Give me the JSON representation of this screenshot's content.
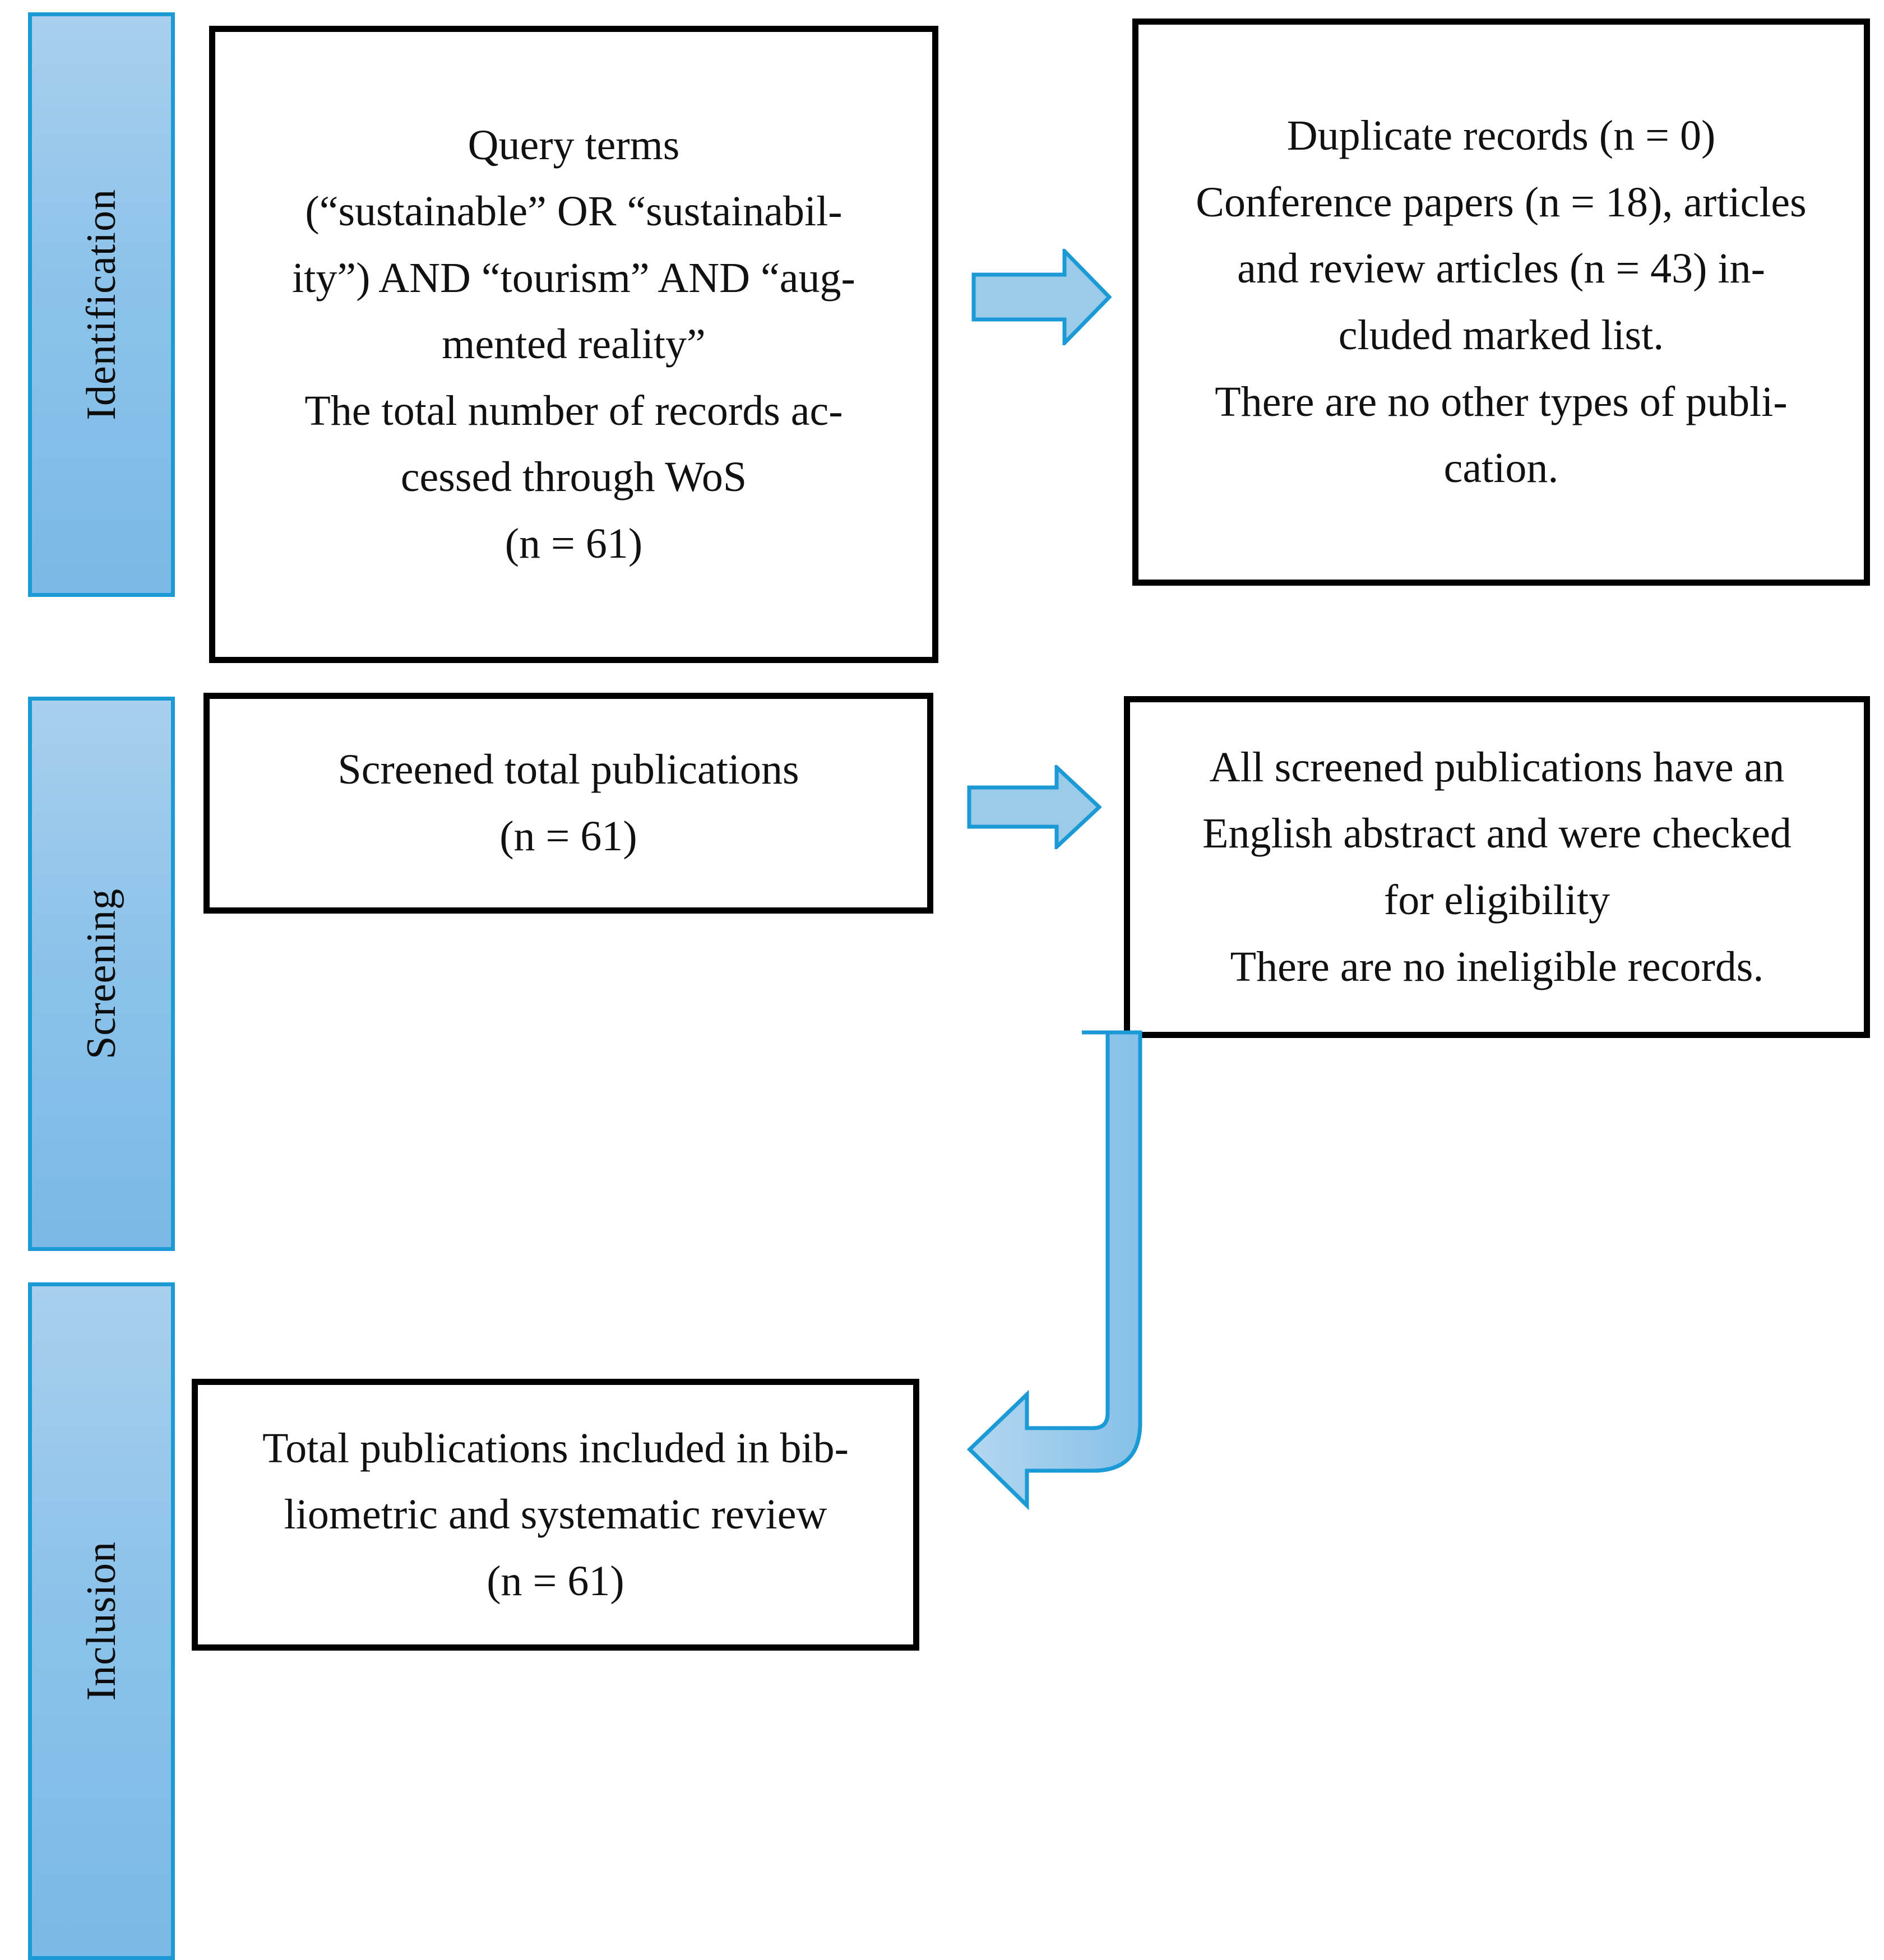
{
  "diagram": {
    "type": "prisma-flow-diagram",
    "title": "PRISMA record selection flow",
    "colors": {
      "stage_bar_fill": "#8dc3ea",
      "stage_bar_border": "#1b9ad6",
      "box_border": "#000000",
      "box_fill": "#ffffff",
      "arrow_fill": "#9ccbea",
      "arrow_border": "#1b9ad6",
      "text": "#111111"
    }
  },
  "stages": [
    {
      "id": "identification",
      "label": "Identification"
    },
    {
      "id": "screening",
      "label": "Screening"
    },
    {
      "id": "inclusion",
      "label": "Inclusion"
    }
  ],
  "boxes": {
    "identification_left": {
      "name": "query-terms-box",
      "text": "Query terms\n(“sustainable” OR “sustainabil-\nity”) AND “tourism” AND “aug-\nmented reality”\nThe total number of records ac-\ncessed through WoS\n(n = 61)"
    },
    "identification_right": {
      "name": "excluded-records-box",
      "text": "Duplicate records (n = 0)\nConference papers (n = 18), articles\nand review articles (n = 43) in-\ncluded marked list.\nThere are no other types of publi-\ncation."
    },
    "screening_left": {
      "name": "screened-publications-box",
      "text": "Screened total publications\n(n = 61)"
    },
    "screening_right": {
      "name": "eligibility-check-box",
      "text": "All screened publications have an\nEnglish abstract and were checked\nfor eligibility\nThere are no ineligible records."
    },
    "inclusion_left": {
      "name": "included-publications-box",
      "text": "Total publications included in bib-\nliometric and systematic review\n(n = 61)"
    }
  },
  "arrows": [
    {
      "id": "identification-arrow",
      "direction": "right",
      "from": "query-terms-box",
      "to": "excluded-records-box"
    },
    {
      "id": "screening-arrow",
      "direction": "right",
      "from": "screened-publications-box",
      "to": "eligibility-check-box"
    },
    {
      "id": "inclusion-arrow",
      "direction": "down-then-left",
      "from": "eligibility-check-box",
      "to": "included-publications-box"
    }
  ],
  "counts": {
    "records_accessed_wos": 61,
    "duplicate_records": 0,
    "conference_papers": 18,
    "articles_and_review_articles": 43,
    "screened_total_publications": 61,
    "total_publications_included": 61
  }
}
